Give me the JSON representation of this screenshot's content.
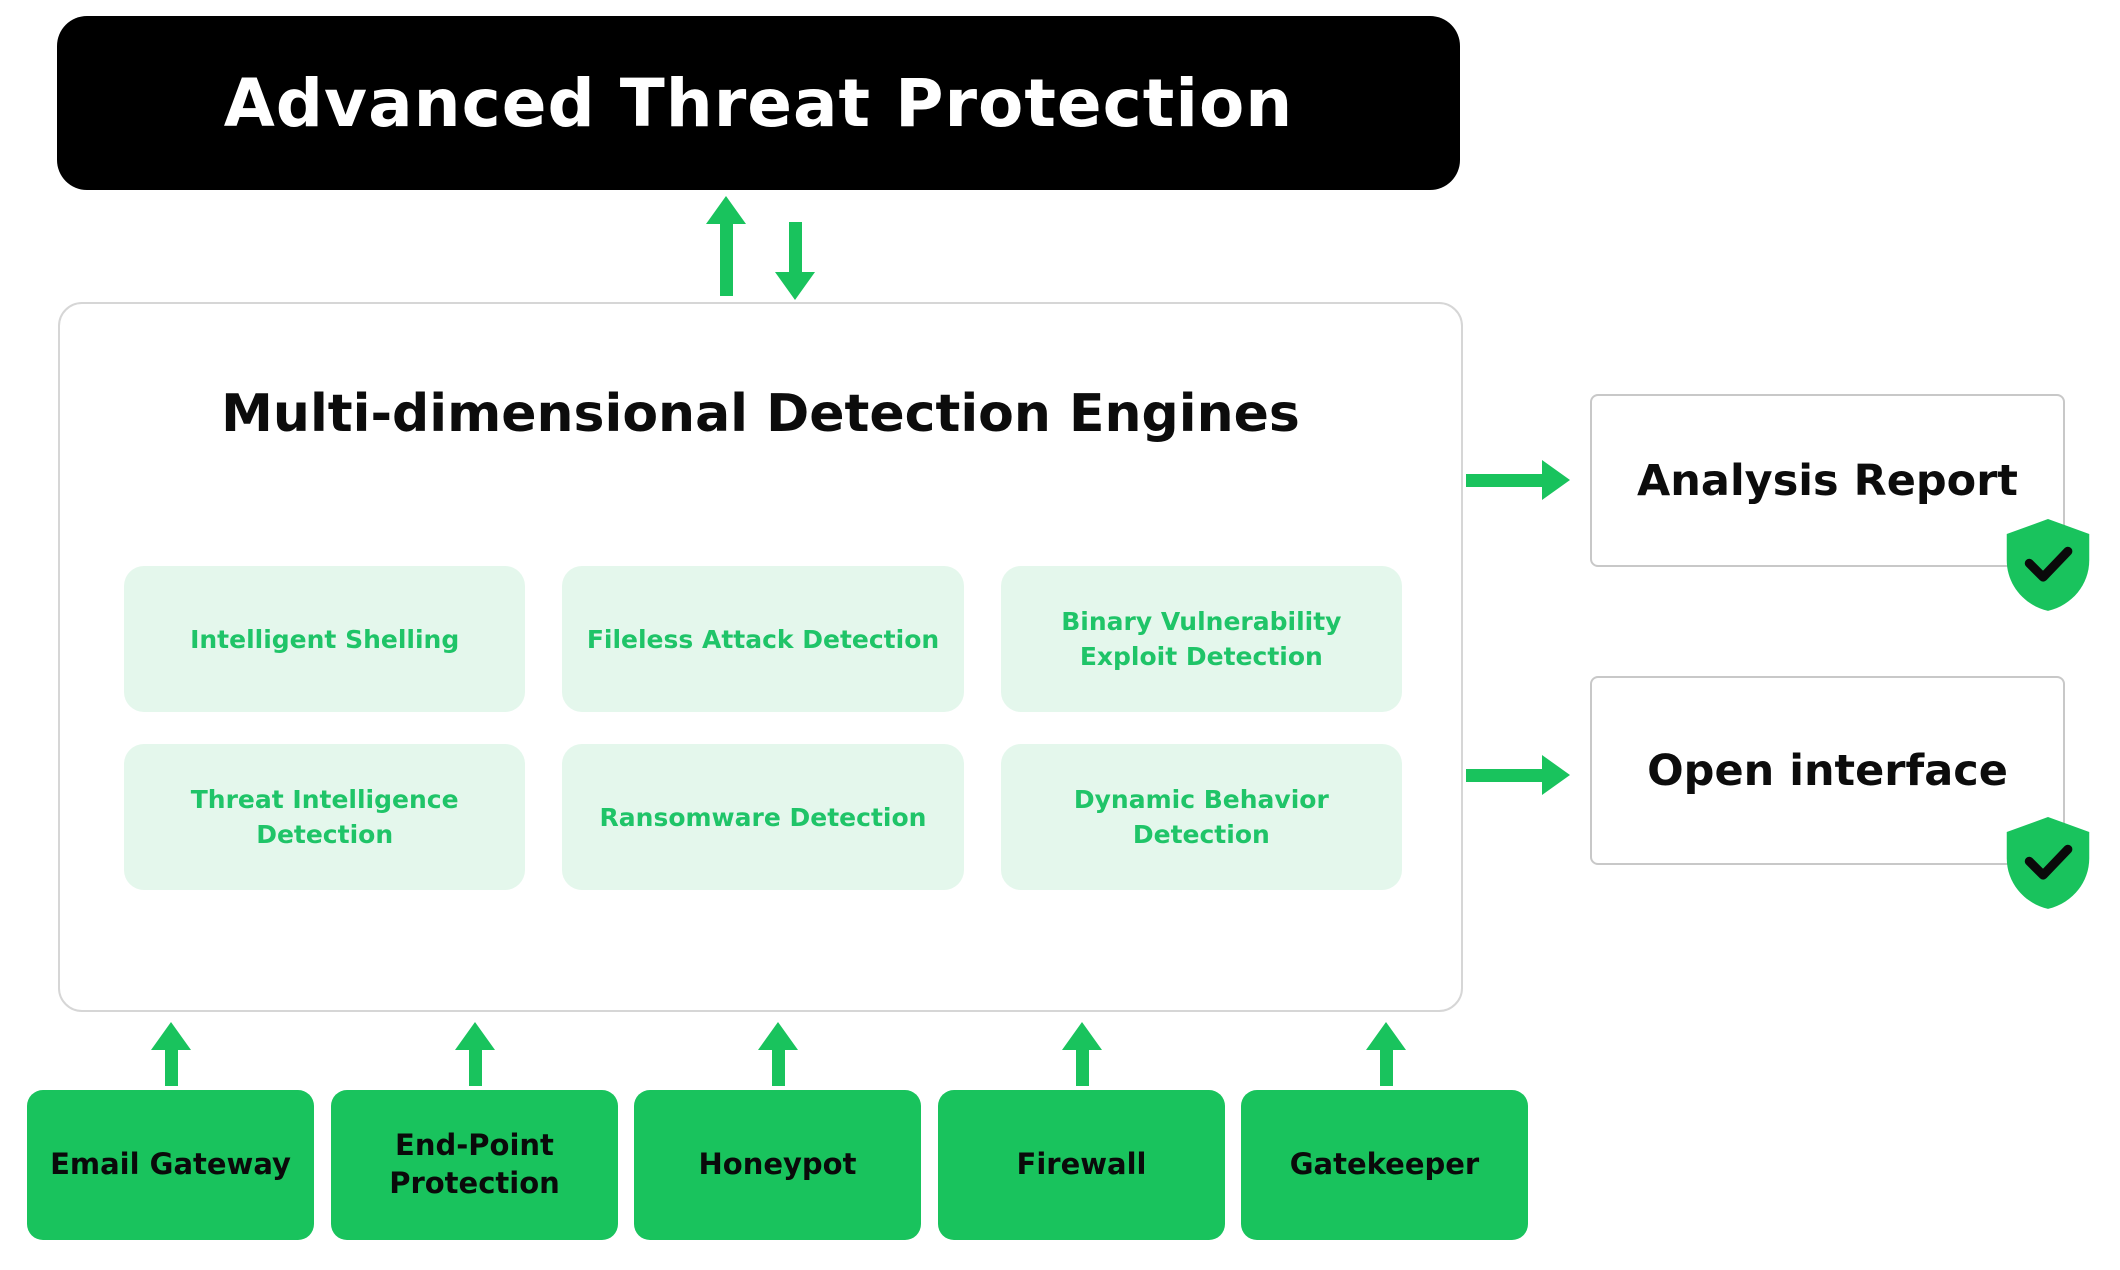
{
  "colors": {
    "green": "#19c35d",
    "light_green": "#e4f7ec",
    "green_text": "#1fc468",
    "banner_black": "#000000",
    "border_gray": "#d6d6d6"
  },
  "header": {
    "title": "Advanced Threat Protection"
  },
  "engine_panel": {
    "title": "Multi-dimensional Detection Engines",
    "cells": [
      {
        "label": "Intelligent Shelling"
      },
      {
        "label": "Fileless Attack Detection"
      },
      {
        "label": "Binary Vulnerability Exploit Detection"
      },
      {
        "label": "Threat Intelligence Detection"
      },
      {
        "label": "Ransomware Detection"
      },
      {
        "label": "Dynamic Behavior Detection"
      }
    ]
  },
  "outputs": [
    {
      "label": "Analysis Report"
    },
    {
      "label": "Open interface"
    }
  ],
  "sources": [
    {
      "label": "Email Gateway"
    },
    {
      "label": "End-Point Protection"
    },
    {
      "label": "Honeypot"
    },
    {
      "label": "Firewall"
    },
    {
      "label": "Gatekeeper"
    }
  ],
  "icons": {
    "up_arrow": "up-arrow-icon",
    "down_arrow": "down-arrow-icon",
    "right_arrow": "right-arrow-icon",
    "shield_check": "shield-check-icon"
  }
}
